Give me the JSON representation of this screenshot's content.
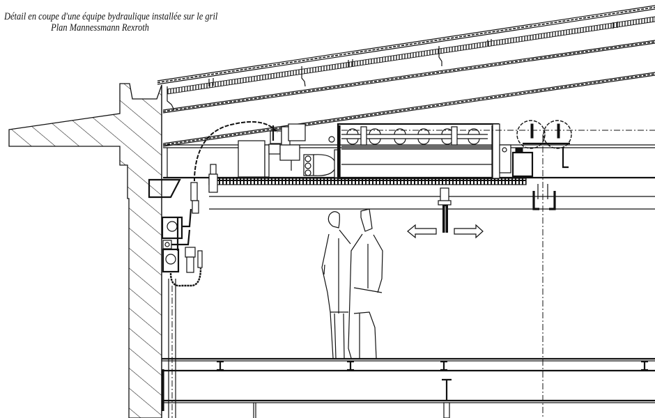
{
  "caption": {
    "line1": "Détail en coupe d'une équipe bydraulique installée sur le gril",
    "line2": "Plan Mannessmann Rexroth"
  },
  "diagram": {
    "type": "technical-section-drawing",
    "colors": {
      "ink": "#111111",
      "paper": "#ffffff"
    },
    "elements": [
      "hatched-concrete-wall",
      "sloped-roof-truss",
      "hydraulic-power-unit",
      "hydraulic-cylinder",
      "pulley-sheaves",
      "hose-loop",
      "pressure-gauges",
      "grid-floor-beams",
      "human-figures",
      "travel-direction-arrows"
    ]
  }
}
